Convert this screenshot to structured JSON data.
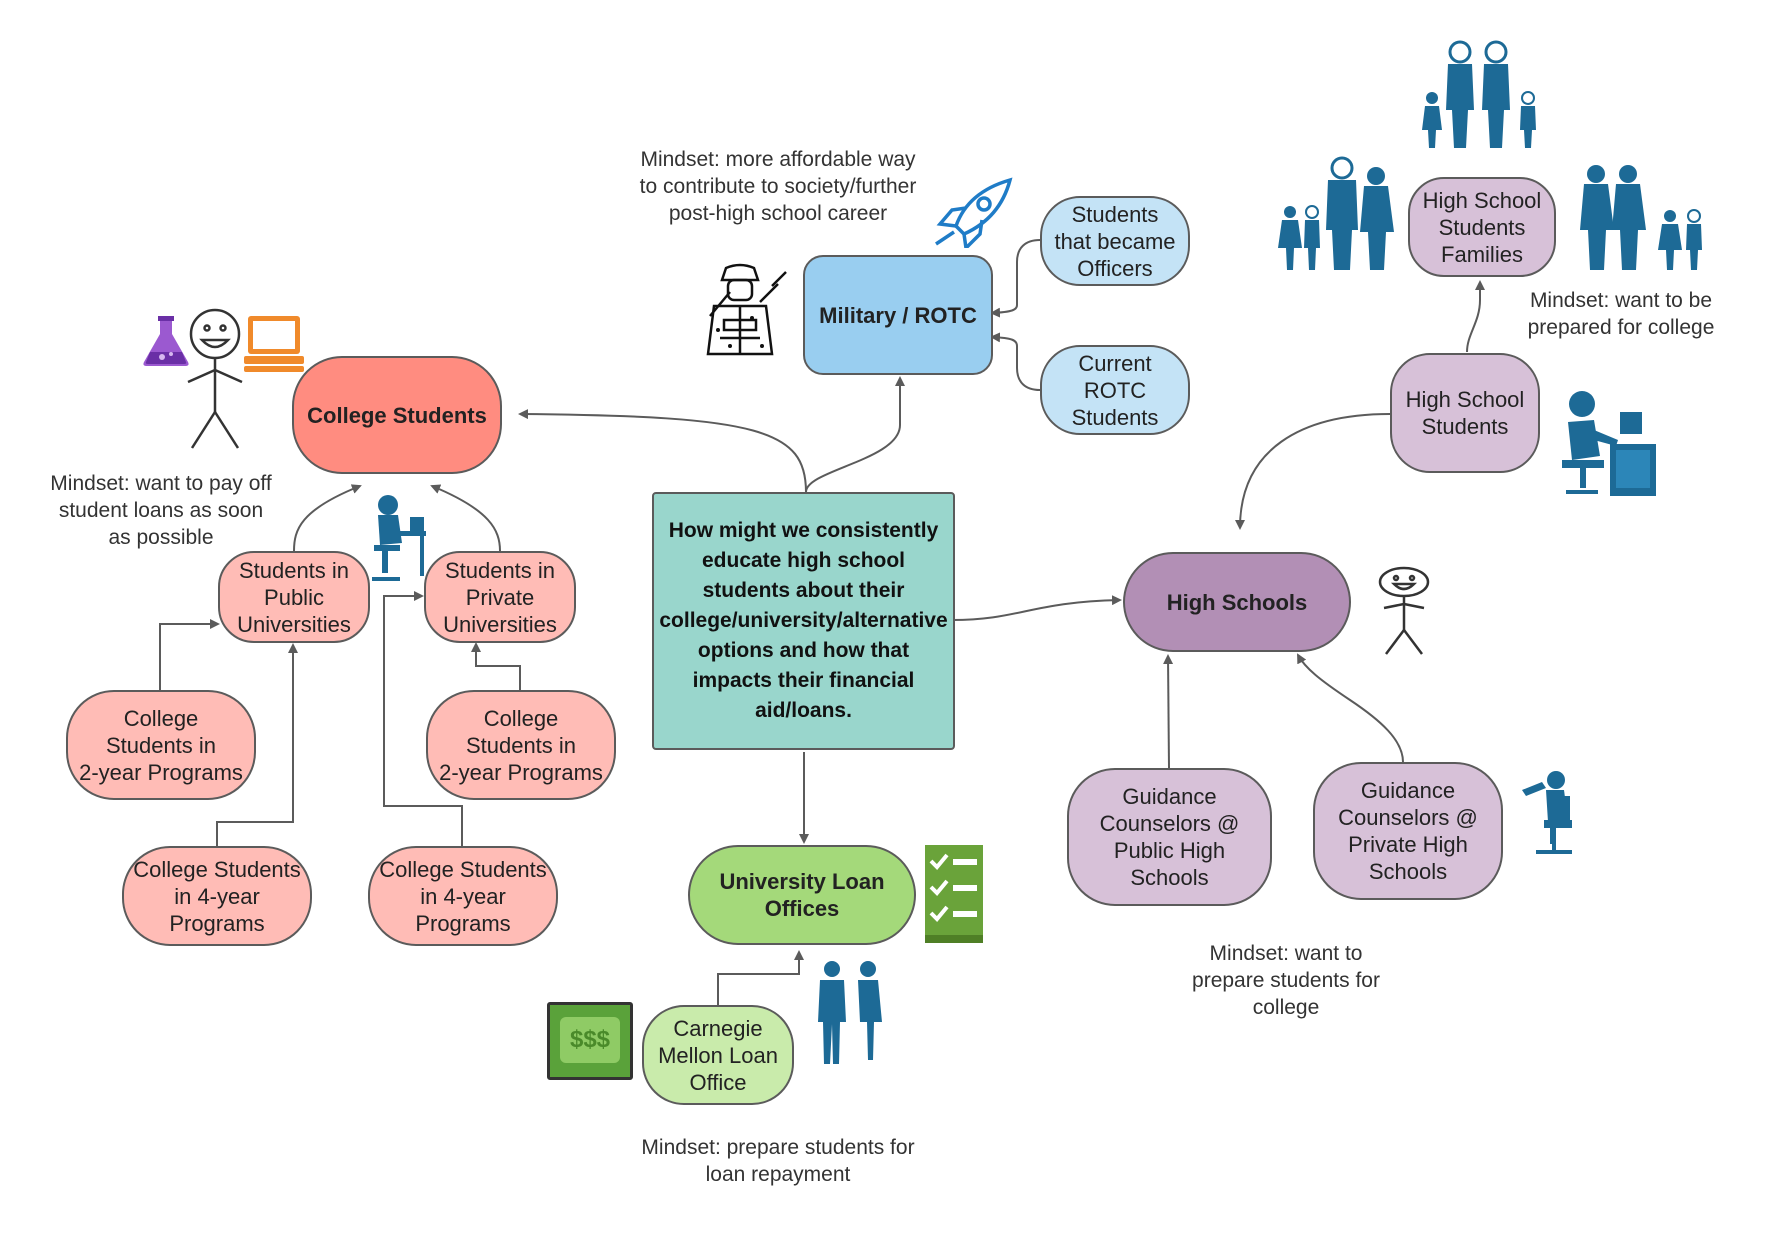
{
  "center": {
    "lines": [
      "How might we consistently",
      "educate high school",
      "students about their",
      "college/university/alternative",
      "options and how that",
      "impacts their financial",
      "aid/loans."
    ]
  },
  "nodes": {
    "college_students": [
      "College Students"
    ],
    "public_univ": [
      "Students in",
      "Public",
      "Universities"
    ],
    "private_univ": [
      "Students in",
      "Private",
      "Universities"
    ],
    "cs_2yr_left": [
      "College",
      "Students in",
      "2-year Programs"
    ],
    "cs_4yr_left": [
      "College Students",
      "in 4-year",
      "Programs"
    ],
    "cs_2yr_right": [
      "College",
      "Students in",
      "2-year Programs"
    ],
    "cs_4yr_right": [
      "College Students",
      "in 4-year",
      "Programs"
    ],
    "military": [
      "Military / ROTC"
    ],
    "became_officers": [
      "Students",
      "that became",
      "Officers"
    ],
    "current_rotc": [
      "Current",
      "ROTC",
      "Students"
    ],
    "high_schools": [
      "High Schools"
    ],
    "hs_students": [
      "High School",
      "Students"
    ],
    "hs_families": [
      "High School",
      "Students",
      "Families"
    ],
    "guidance_public": [
      "Guidance",
      "Counselors @",
      "Public High Schools"
    ],
    "guidance_private": [
      "Guidance",
      "Counselors @",
      "Private High",
      "Schools"
    ],
    "loan_offices": [
      "University Loan",
      "Offices"
    ],
    "cmu_loan": [
      "Carnegie",
      "Mellon Loan",
      "Office"
    ]
  },
  "notes": {
    "military": [
      "Mindset: more affordable way",
      "to contribute to society/further",
      "post-high school career"
    ],
    "college": [
      "Mindset: want to pay off",
      "student loans as soon",
      "as possible"
    ],
    "families": [
      "Mindset: want to be",
      "prepared for college"
    ],
    "guidance": [
      "Mindset: want to",
      "prepare students for",
      "college"
    ],
    "loan": [
      "Mindset: prepare students for",
      "loan repayment"
    ]
  },
  "icon_labels": {
    "money": "$$$"
  },
  "colors": {
    "college": "#ff8c80",
    "college_sub": "#ffbcb6",
    "military": "#99cef0",
    "military_sub": "#c4e3f6",
    "high_school": "#b28fb5",
    "high_school_sub": "#d7c1d8",
    "loan": "#a4d97a",
    "loan_sub": "#c9ebab",
    "center": "#99d6cc",
    "people_icon": "#1d6a96"
  }
}
